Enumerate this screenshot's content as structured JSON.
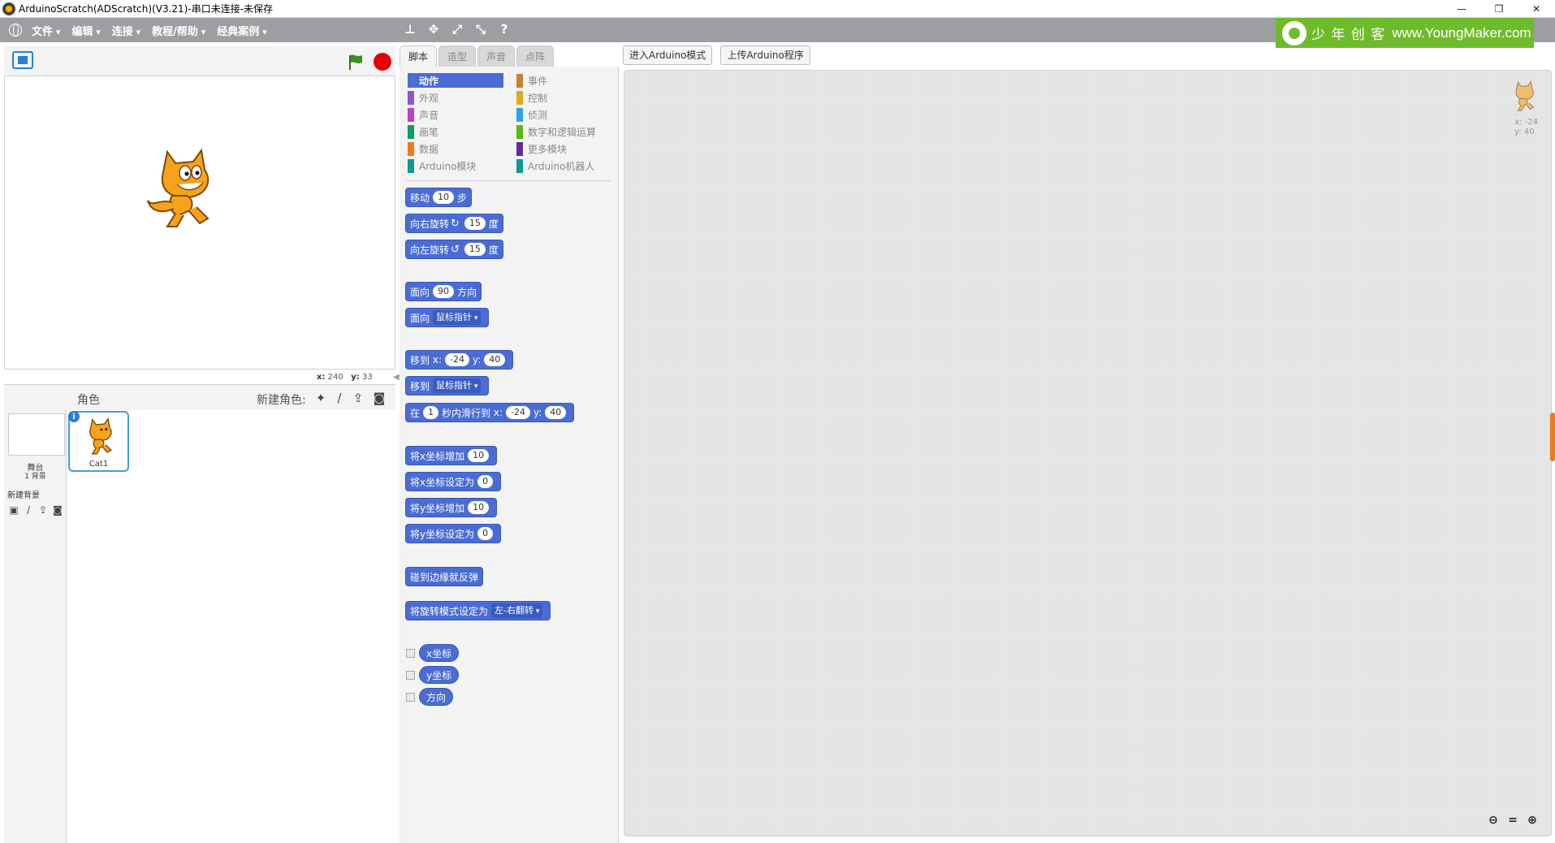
{
  "window": {
    "title": "ArduinoScratch(ADScratch)(V3.21)-串口未连接-未保存",
    "controls": [
      "—",
      "❐",
      "✕"
    ]
  },
  "menubar": {
    "items": [
      "文件",
      "编辑",
      "连接",
      "教程/帮助",
      "经典案例"
    ],
    "tools": [
      "stamp-icon",
      "cut-icon",
      "grow-icon",
      "shrink-icon",
      "help-icon"
    ]
  },
  "brand": {
    "text": "少 年 创 客",
    "url": "www.YoungMaker.com"
  },
  "stage": {
    "coords": {
      "x_label": "x:",
      "x": "240",
      "y_label": "y:",
      "y": "33"
    }
  },
  "sprites": {
    "header": "角色",
    "new_label": "新建角色:",
    "stage_label": "舞台",
    "stage_count": "1 背景",
    "new_backdrop": "新建背景",
    "items": [
      {
        "name": "Cat1",
        "info": "i"
      }
    ]
  },
  "tabs": [
    "脚本",
    "造型",
    "声音",
    "点阵"
  ],
  "categories": {
    "left": [
      {
        "label": "动作",
        "color": "#4a6cd4"
      },
      {
        "label": "外观",
        "color": "#8a55d7"
      },
      {
        "label": "声音",
        "color": "#bb42c3"
      },
      {
        "label": "画笔",
        "color": "#0e9a6c"
      },
      {
        "label": "数据",
        "color": "#ee7d16"
      },
      {
        "label": "Arduino模块",
        "color": "#0e9a8c"
      }
    ],
    "right": [
      {
        "label": "事件",
        "color": "#c88330"
      },
      {
        "label": "控制",
        "color": "#e1a91a"
      },
      {
        "label": "侦测",
        "color": "#2ca5e2"
      },
      {
        "label": "数字和逻辑运算",
        "color": "#5cb712"
      },
      {
        "label": "更多模块",
        "color": "#632d99"
      },
      {
        "label": "Arduino机器人",
        "color": "#0e9a8c"
      }
    ]
  },
  "blocks": {
    "move": {
      "a": "移动",
      "n": "10",
      "b": "步"
    },
    "turn_right": {
      "a": "向右旋转",
      "n": "15",
      "b": "度"
    },
    "turn_left": {
      "a": "向左旋转",
      "n": "15",
      "b": "度"
    },
    "point_dir": {
      "a": "面向",
      "n": "90",
      "b": "方向"
    },
    "point_towards": {
      "a": "面向",
      "dd": "鼠标指针"
    },
    "goto_xy": {
      "a": "移到",
      "xl": "x:",
      "x": "-24",
      "yl": "y:",
      "y": "40"
    },
    "goto": {
      "a": "移到",
      "dd": "鼠标指针"
    },
    "glide": {
      "a": "在",
      "n": "1",
      "b": "秒内滑行到",
      "xl": "x:",
      "x": "-24",
      "yl": "y:",
      "y": "40"
    },
    "change_x": {
      "a": "将x坐标增加",
      "n": "10"
    },
    "set_x": {
      "a": "将x坐标设定为",
      "n": "0"
    },
    "change_y": {
      "a": "将y坐标增加",
      "n": "10"
    },
    "set_y": {
      "a": "将y坐标设定为",
      "n": "0"
    },
    "bounce": {
      "a": "碰到边缘就反弹"
    },
    "rotation_style": {
      "a": "将旋转模式设定为",
      "dd": "左-右翻转"
    },
    "reporters": [
      "x坐标",
      "y坐标",
      "方向"
    ]
  },
  "script_area": {
    "buttons": [
      "进入Arduino模式",
      "上传Arduino程序"
    ],
    "sprite_x": "x: -24",
    "sprite_y": "y: 40",
    "zoom": [
      "zoom-out-icon",
      "zoom-reset-icon",
      "zoom-in-icon"
    ]
  },
  "colors": {
    "menubar": "#9c9ea2",
    "brand": "#6fbb2c",
    "motion": "#4a6cd4"
  }
}
